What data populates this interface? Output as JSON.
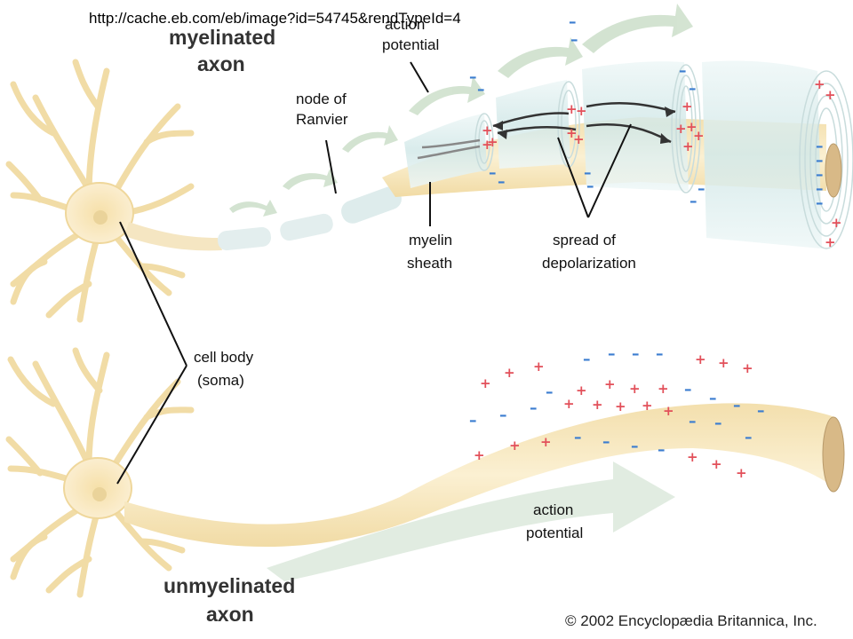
{
  "url_text": "http://cache.eb.com/eb/image?id=54745&rendTypeId=4",
  "labels": {
    "myelinated_axon_line1": "myelinated",
    "myelinated_axon_line2": "axon",
    "node_of_ranvier_line1": "node of",
    "node_of_ranvier_line2": "Ranvier",
    "action_potential_top_line1": "action",
    "action_potential_top_line2": "potential",
    "myelin_sheath_line1": "myelin",
    "myelin_sheath_line2": "sheath",
    "spread_line1": "spread of",
    "spread_line2": "depolarization",
    "cell_body_line1": "cell body",
    "cell_body_line2": "(soma)",
    "action_potential_bottom_line1": "action",
    "action_potential_bottom_line2": "potential",
    "unmyelinated_axon_line1": "unmyelinated",
    "unmyelinated_axon_line2": "axon"
  },
  "copyright": "© 2002 Encyclopædia Britannica, Inc.",
  "charges": {
    "plus": "+",
    "minus": "–"
  },
  "colors": {
    "cell": "#f7e5b8",
    "cell_edge": "#e8cf95",
    "sheath": "#dcefef",
    "arrow": "#c9dcc9",
    "positive": "#e2505a",
    "negative": "#3b7dd0"
  }
}
